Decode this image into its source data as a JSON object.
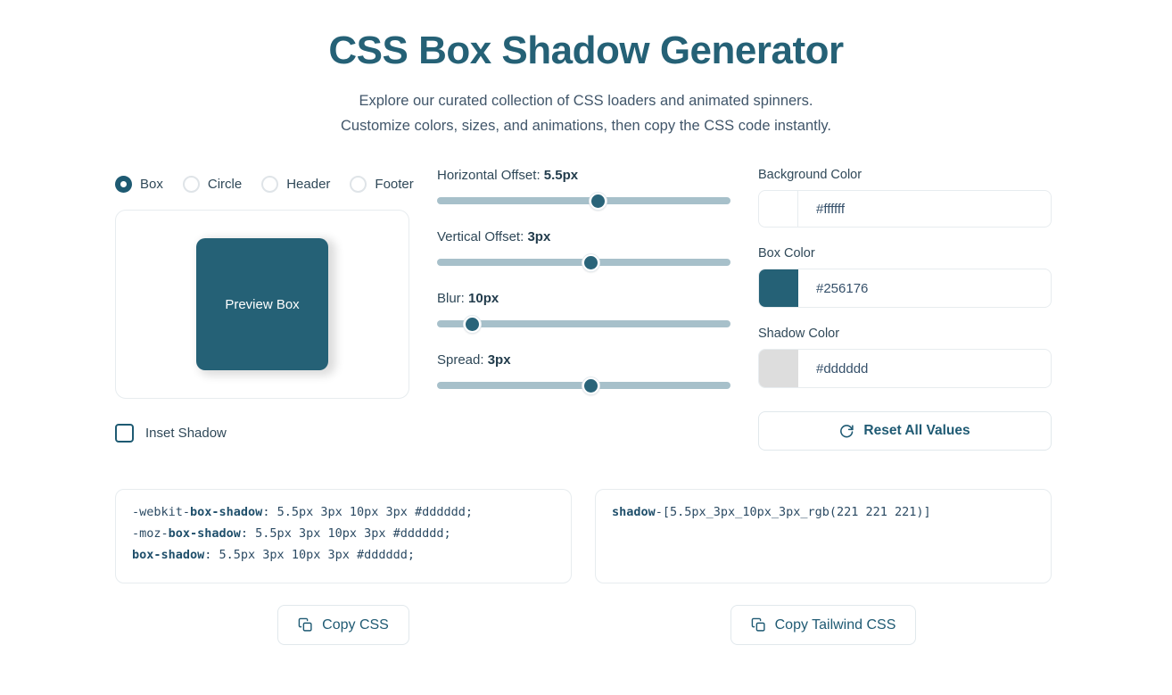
{
  "header": {
    "title": "CSS Box Shadow Generator",
    "subtitle_line1": "Explore our curated collection of CSS loaders and animated spinners.",
    "subtitle_line2": "Customize colors, sizes, and animations, then copy the CSS code instantly."
  },
  "shape_options": [
    {
      "label": "Box",
      "selected": true
    },
    {
      "label": "Circle",
      "selected": false
    },
    {
      "label": "Header",
      "selected": false
    },
    {
      "label": "Footer",
      "selected": false
    }
  ],
  "preview": {
    "box_label": "Preview Box"
  },
  "inset": {
    "label": "Inset Shadow",
    "checked": false
  },
  "sliders": [
    {
      "name": "horizontal-offset",
      "label": "Horizontal Offset:",
      "value": "5.5px",
      "percent": 55
    },
    {
      "name": "vertical-offset",
      "label": "Vertical Offset:",
      "value": "3px",
      "percent": 52.5
    },
    {
      "name": "blur",
      "label": "Blur:",
      "value": "10px",
      "percent": 12
    },
    {
      "name": "spread",
      "label": "Spread:",
      "value": "3px",
      "percent": 52.5
    }
  ],
  "colors": {
    "background": {
      "label": "Background Color",
      "value": "#ffffff"
    },
    "box": {
      "label": "Box Color",
      "value": "#256176"
    },
    "shadow": {
      "label": "Shadow Color",
      "value": "#dddddd"
    }
  },
  "reset": {
    "label": "Reset All Values",
    "icon": "rotate-cw-icon"
  },
  "css_code": {
    "line1_prefix": "-webkit-",
    "line1_prop": "box-shadow",
    "line1_value": ": 5.5px 3px 10px 3px #dddddd;",
    "line2_prefix": "-moz-",
    "line2_prop": "box-shadow",
    "line2_value": ": 5.5px 3px 10px 3px #dddddd;",
    "line3_prefix": "",
    "line3_prop": "box-shadow",
    "line3_value": ": 5.5px 3px 10px 3px #dddddd;"
  },
  "tailwind_code": {
    "prop": "shadow",
    "value": "-[5.5px_3px_10px_3px_rgb(221 221 221)]"
  },
  "buttons": {
    "copy_css": {
      "label": "Copy CSS",
      "icon": "copy-icon"
    },
    "copy_tailwind": {
      "label": "Copy Tailwind CSS",
      "icon": "copy-icon"
    }
  },
  "theme": {
    "accent": "#256176",
    "track": "#a7c0ca",
    "border": "#e7ecef",
    "shadow_color": "#dddddd"
  }
}
